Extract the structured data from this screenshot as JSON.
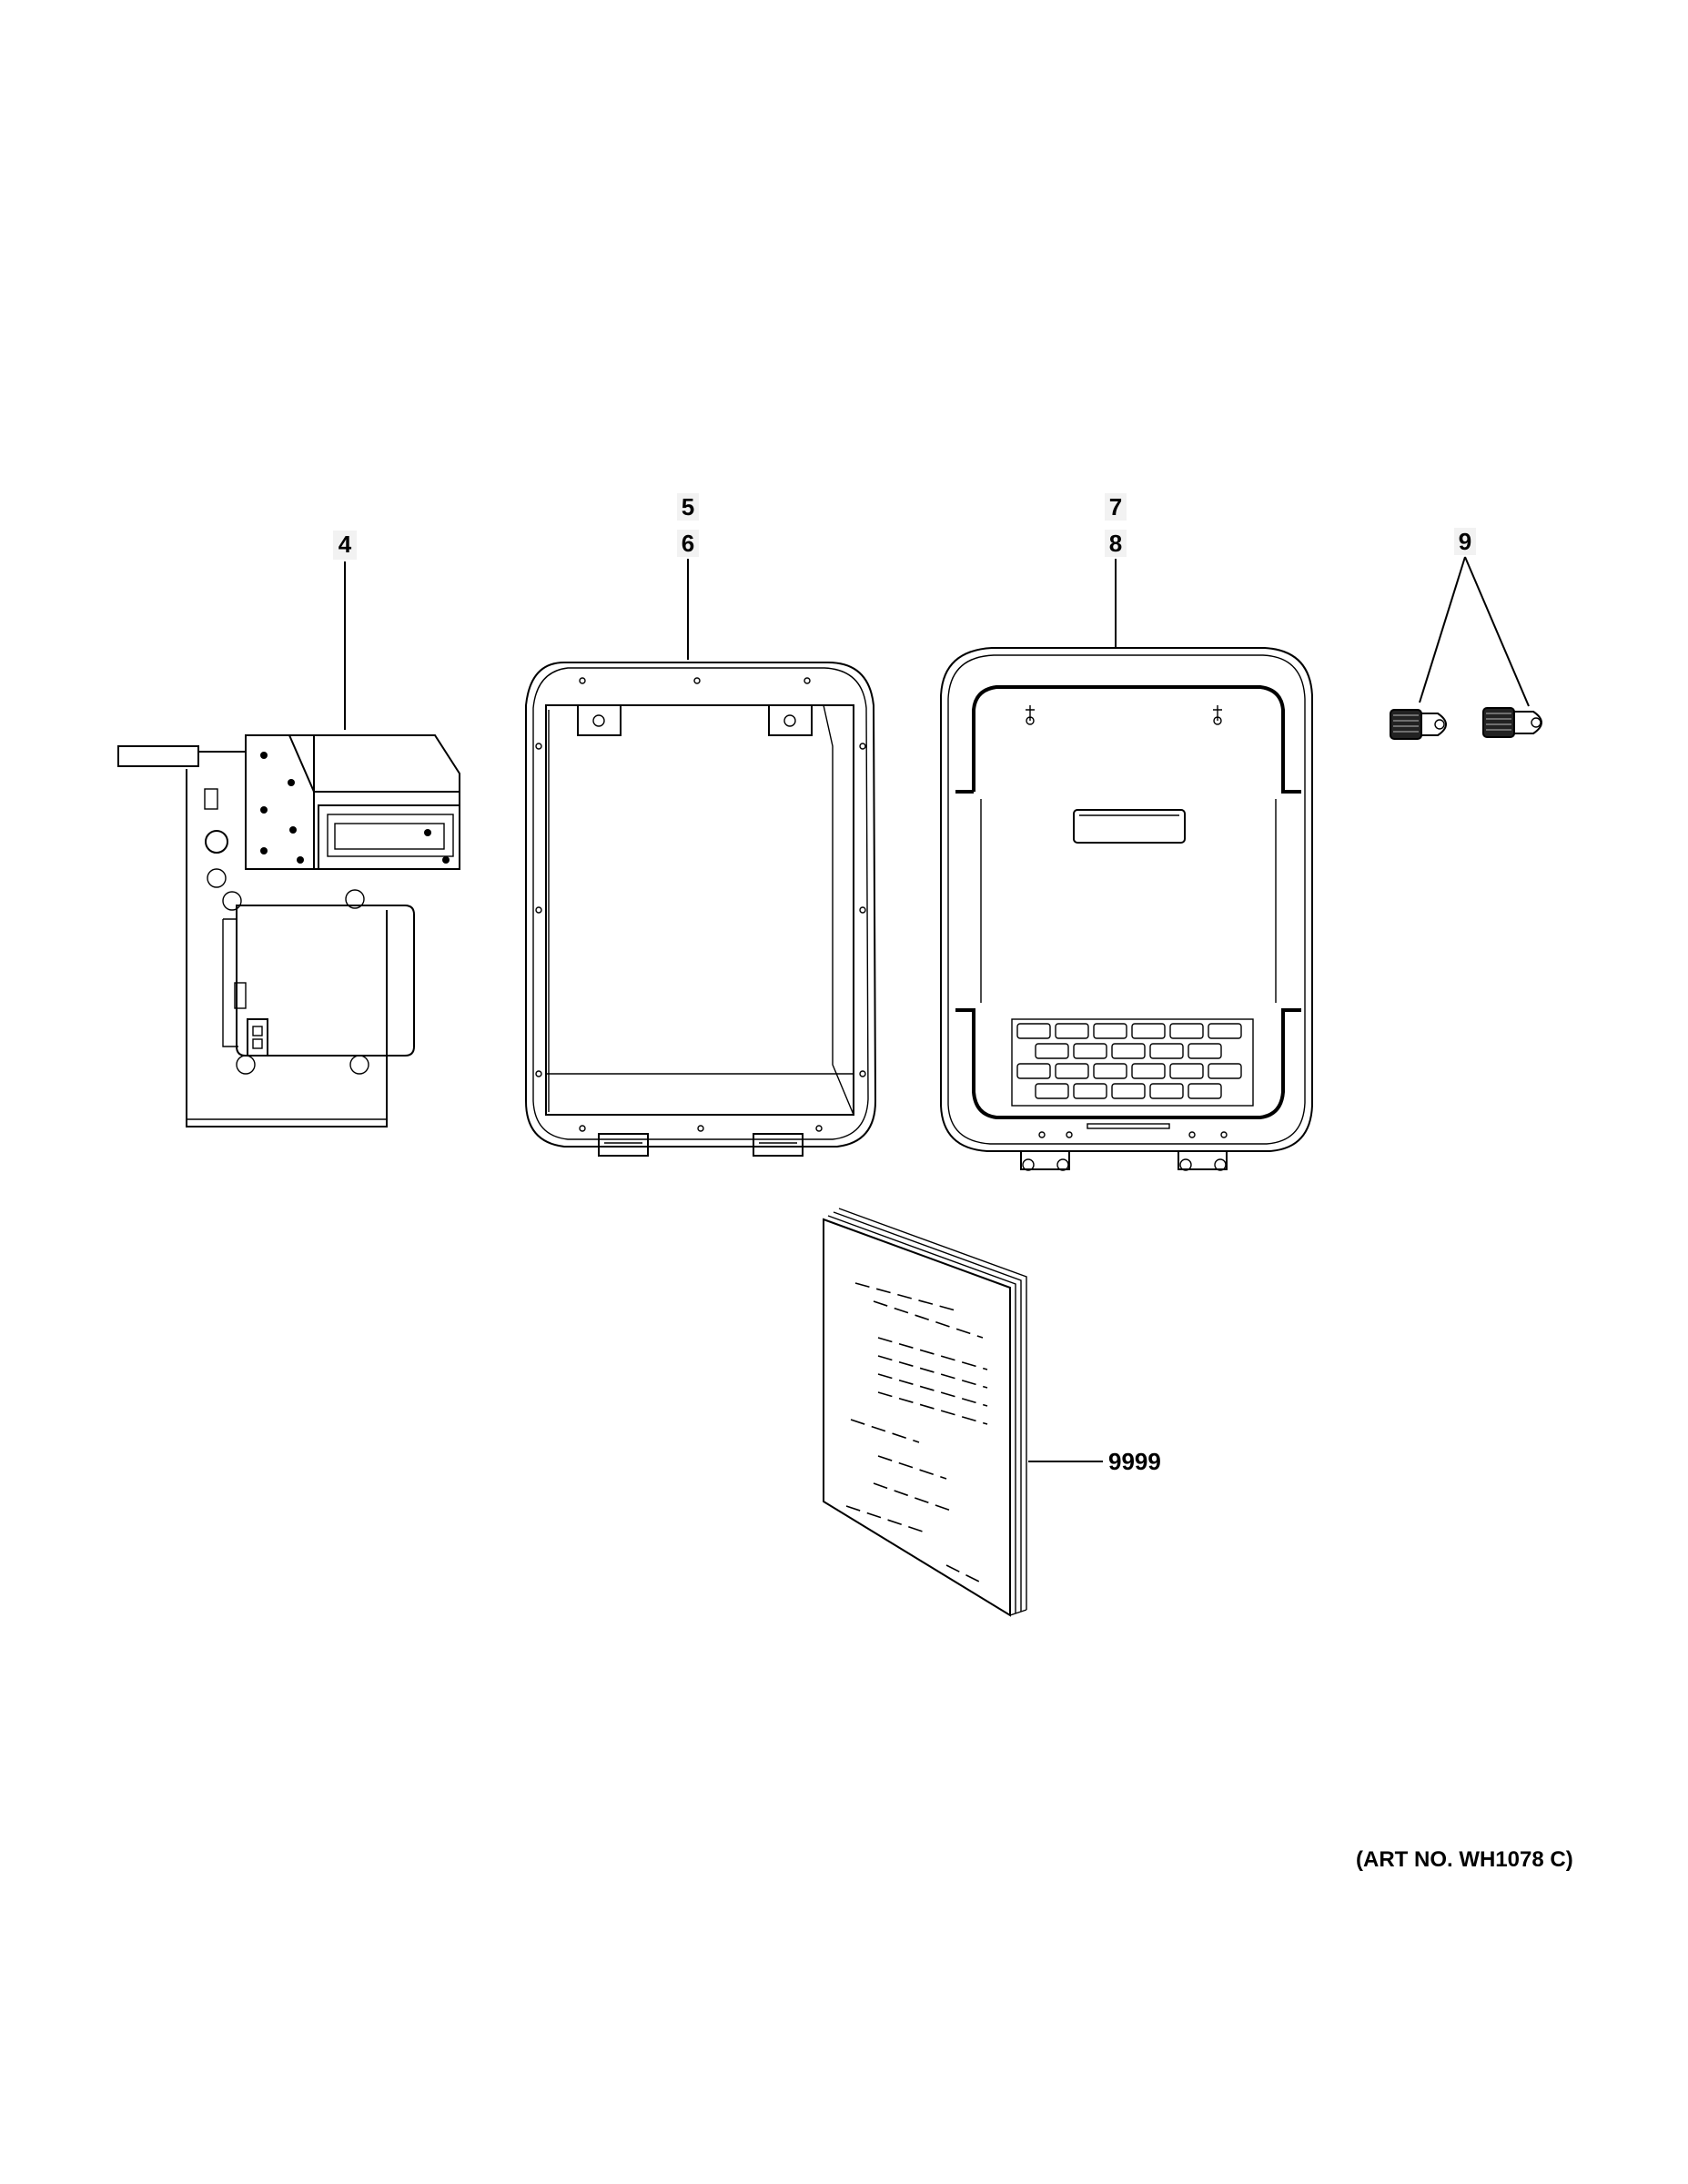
{
  "callouts": {
    "part4": "4",
    "part5": "5",
    "part6": "6",
    "part7": "7",
    "part8": "8",
    "part9": "9",
    "part9999": "9999"
  },
  "art_number": "(ART NO. WH1078 C)",
  "icons": {
    "control_box": "electronic-control-box-icon",
    "frame": "door-frame-icon",
    "door_panel": "door-panel-icon",
    "hinges": "spring-hinge-icon",
    "manual": "owners-manual-icon"
  }
}
